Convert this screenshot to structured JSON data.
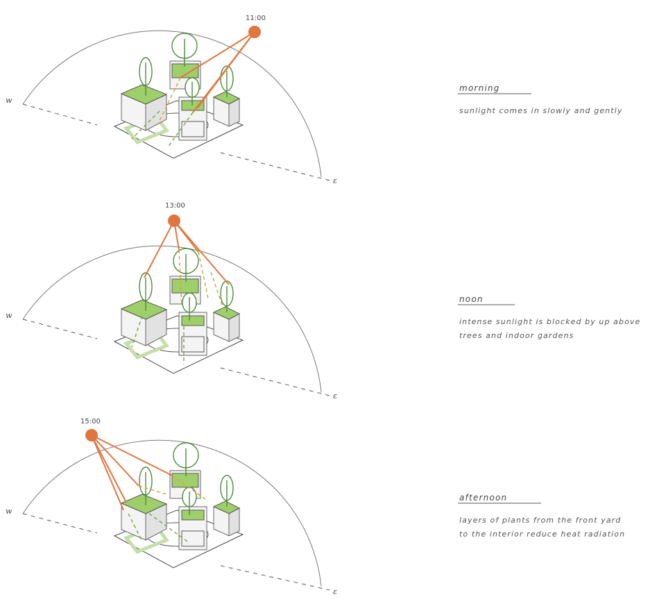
{
  "panels": [
    {
      "time": "11:00",
      "west": "w",
      "east": "ε",
      "heading": "morning",
      "description_lines": [
        "sunlight comes in slowly and gently"
      ]
    },
    {
      "time": "13:00",
      "west": "w",
      "east": "ε",
      "heading": "noon",
      "description_lines": [
        "intense sunlight is blocked by up above",
        "trees and indoor gardens"
      ]
    },
    {
      "time": "15:00",
      "west": "w",
      "east": "ε",
      "heading": "afternoon",
      "description_lines": [
        "layers of plants from the front yard",
        "to the interior reduce heat radiation"
      ]
    }
  ],
  "colors": {
    "sun": "#e0763f",
    "roof_green": "#9fcf6a",
    "tree_outline": "#4a8a3a",
    "ray_dashed": "#e0a040",
    "planter_light_green": "#c5deaa"
  },
  "icons": [
    "sun-icon",
    "tree-icon"
  ]
}
